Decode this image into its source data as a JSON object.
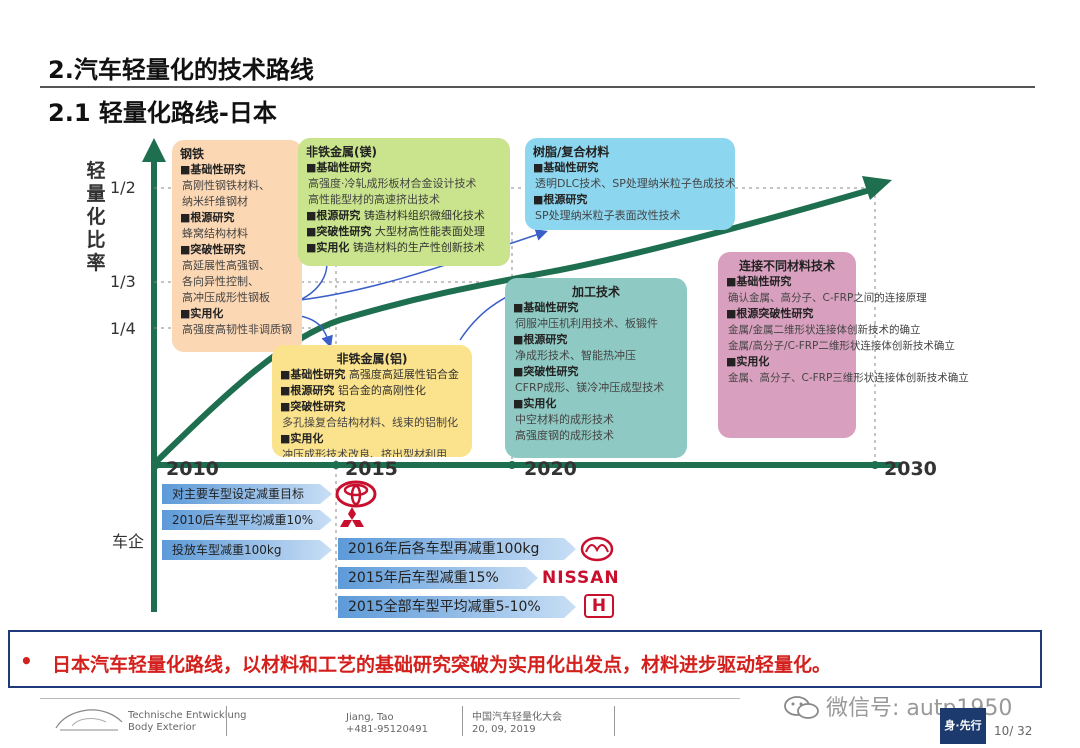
{
  "header": {
    "title": "2.汽车轻量化的技术路线",
    "subtitle": "2.1 轻量化路线-日本"
  },
  "axes": {
    "y_label": "轻量化比率",
    "y_ticks": [
      "1/2",
      "1/3",
      "1/4"
    ],
    "x_ticks": [
      "2010",
      "2015",
      "2020",
      "2030"
    ],
    "company_label": "车企"
  },
  "boxes": {
    "steel": {
      "title": "钢铁",
      "items": [
        {
          "label": "■基础性研究",
          "lines": [
            "高刚性钢铁材料、",
            "纳米纤维钢材"
          ]
        },
        {
          "label": "■根源研究",
          "lines": [
            "蜂窝结构材料"
          ]
        },
        {
          "label": "■突破性研究",
          "lines": [
            "高延展性高强钢、",
            "各向异性控制、",
            "高冲压成形性钢板"
          ]
        },
        {
          "label": "■实用化",
          "lines": [
            "高强度高韧性非调质钢"
          ]
        }
      ]
    },
    "mg": {
      "title": "非铁金属(镁)",
      "items": [
        {
          "label": "■基础性研究",
          "lines": [
            "高强度·冷轧成形板材合金设计技术",
            "高性能型材的高速挤出技术"
          ]
        },
        {
          "label": "■根源研究",
          "inline": "铸造材料组织微细化技术"
        },
        {
          "label": "■突破性研究",
          "inline": "大型材高性能表面处理"
        },
        {
          "label": "■实用化",
          "inline": "铸造材料的生产性创新技术"
        }
      ]
    },
    "resin": {
      "title": "树脂/复合材料",
      "items": [
        {
          "label": "■基础性研究",
          "lines": [
            "透明DLC技术、SP处理纳米粒子色成技术"
          ]
        },
        {
          "label": "■根源研究",
          "lines": [
            "SP处理纳米粒子表面改性技术"
          ]
        }
      ]
    },
    "al": {
      "title": "非铁金属(铝)",
      "items": [
        {
          "label": "■基础性研究",
          "inline": "高强度高延展性铝合金"
        },
        {
          "label": "■根源研究",
          "inline": "铝合金的高刚性化"
        },
        {
          "label": "■突破性研究",
          "lines": [
            "多孔操复合结构材料、线束的铝制化"
          ]
        },
        {
          "label": "■实用化",
          "lines": [
            "冲压成形技术改良、挤出型材利用"
          ]
        }
      ]
    },
    "process": {
      "title": "加工技术",
      "items": [
        {
          "label": "■基础性研究",
          "lines": [
            "伺服冲压机利用技术、板锻件"
          ]
        },
        {
          "label": "■根源研究",
          "lines": [
            "净成形技术、智能热冲压"
          ]
        },
        {
          "label": "■突破性研究",
          "lines": [
            "CFRP成形、镁冷冲压成型技术"
          ]
        },
        {
          "label": "■实用化",
          "lines": [
            "中空材料的成形技术",
            "高强度钢的成形技术"
          ]
        }
      ]
    },
    "joining": {
      "title": "连接不同材料技术",
      "items": [
        {
          "label": "■基础性研究",
          "lines": [
            "确认金属、高分子、C-FRP之间的连接原理"
          ]
        },
        {
          "label": "■根源突破性研究",
          "lines": [
            "金属/金属二维形状连接体创新技术的确立",
            "金属/高分子/C-FRP二维形状连接体创新技术确立"
          ]
        },
        {
          "label": "■实用化",
          "lines": [
            "金属、高分子、C-FRP三维形状连接体创新技术确立"
          ]
        }
      ]
    }
  },
  "targets": [
    {
      "text": "对主要车型设定减重目标",
      "brand": "toyota-logo"
    },
    {
      "text": "2010后车型平均减重10%",
      "brand": "mitsubishi-logo"
    },
    {
      "text": "投放车型减重100kg",
      "brand": ""
    },
    {
      "text": "2016年后各车型再减重100kg",
      "brand": "mazda-logo"
    },
    {
      "text": "2015年后车型减重15%",
      "brand": "nissan-logo",
      "brand_text": "NISSAN"
    },
    {
      "text": "2015全部车型平均减重5-10%",
      "brand": "honda-logo",
      "brand_text": "H"
    }
  ],
  "callout": {
    "bullet": "•",
    "text": "日本汽车轻量化路线，以材料和工艺的基础研究突破为实用化出发点，材料进步驱动轻量化。"
  },
  "footer": {
    "logo_line1": "Technische Entwicklung",
    "logo_line2": "Body Exterior",
    "author": "Jiang, Tao",
    "phone": "+481-95120491",
    "event": "中国汽车轻量化大会",
    "date": "20, 09, 2019",
    "page": "10/ 32",
    "wechat": "微信号: autp1950",
    "badge": "身·先行"
  },
  "colors": {
    "arrow": "#1e6e50",
    "steel": "#fbd7b4",
    "mg": "#c9e48c",
    "resin": "#8dd6ef",
    "al": "#fbe28c",
    "process": "#8fc9c3",
    "joining": "#d8a0be",
    "callout_text": "#d4201c",
    "callout_border": "#1f3a7a"
  }
}
